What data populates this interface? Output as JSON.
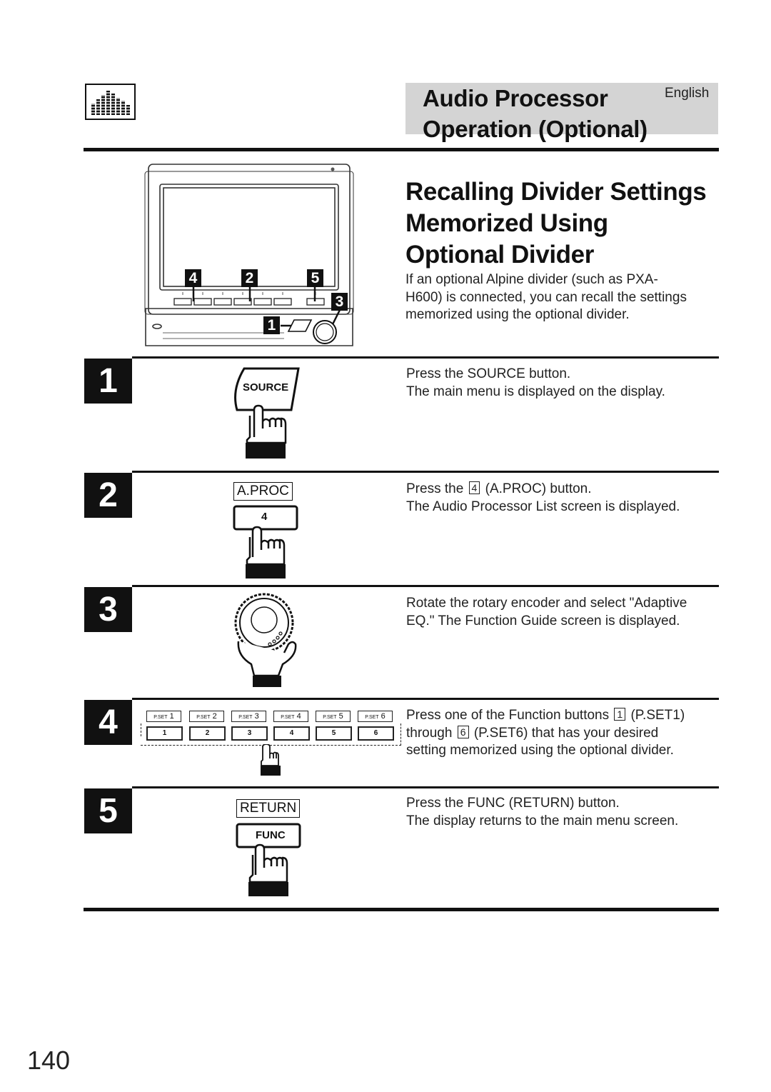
{
  "header": {
    "title_line1": "Audio Processor",
    "title_line2": "Operation (Optional)",
    "language": "English"
  },
  "section": {
    "title_line1": "Recalling Divider Settings",
    "title_line2": "Memorized Using",
    "title_line3": "Optional Divider",
    "intro_line1": "If an optional Alpine divider (such as PXA-",
    "intro_line2": "H600) is connected, you can recall the settings",
    "intro_line3": "memorized using the optional divider."
  },
  "device_callouts": [
    "4",
    "2",
    "5",
    "3",
    "1"
  ],
  "steps": [
    {
      "number": "1",
      "button_text": "SOURCE",
      "line1": "Press the SOURCE button.",
      "line2": "The main menu is displayed on the display."
    },
    {
      "number": "2",
      "label": "A.PROC",
      "button_text": "4",
      "line1_pre": "Press the",
      "key": "4",
      "line1_post": "(A.PROC) button.",
      "line2": "The Audio Processor List screen is displayed."
    },
    {
      "number": "3",
      "line1": "Rotate the rotary encoder and select \"Adaptive",
      "line2": "EQ.\" The Function Guide screen is displayed."
    },
    {
      "number": "4",
      "pset_prefix": "P.SET",
      "pset_numbers": [
        "1",
        "2",
        "3",
        "4",
        "5",
        "6"
      ],
      "line1_pre": "Press one of the Function buttons",
      "key1": "1",
      "line1_post": "(P.SET1)",
      "line2_pre": "through",
      "key2": "6",
      "line2_post": "(P.SET6) that has your desired",
      "line3": "setting memorized using the optional divider."
    },
    {
      "number": "5",
      "label": "RETURN",
      "button_text": "FUNC",
      "line1": "Press the FUNC (RETURN) button.",
      "line2": "The display returns to the main menu screen."
    }
  ],
  "page_number": "140"
}
